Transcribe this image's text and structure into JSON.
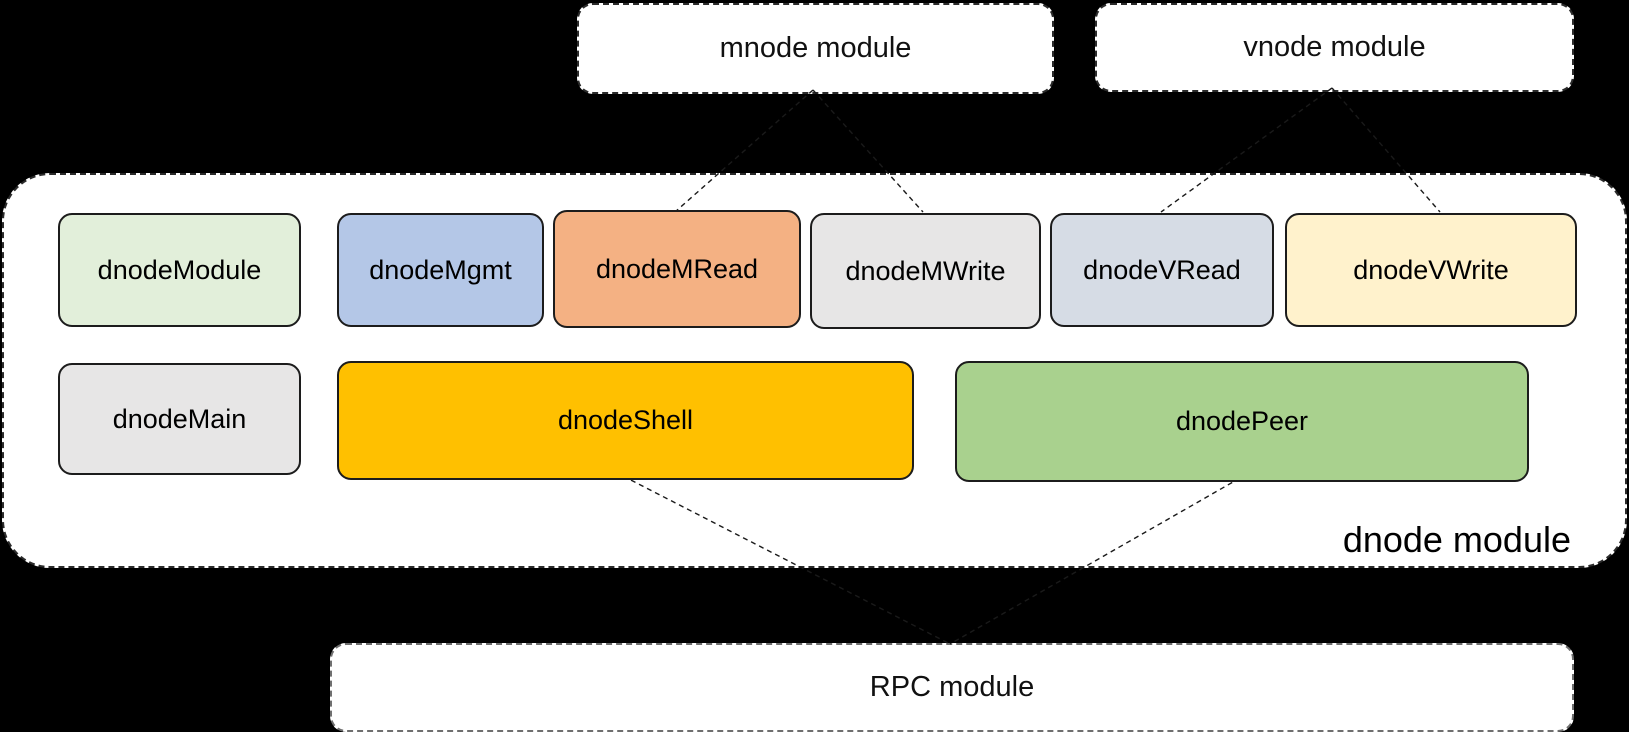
{
  "diagram": {
    "background": "#000000",
    "top_modules": [
      {
        "label": "mnode module"
      },
      {
        "label": "vnode module"
      }
    ],
    "dnode_container": {
      "label": "dnode module",
      "row1": [
        {
          "label": "dnodeModule",
          "color": "#E2EFDA"
        },
        {
          "label": "dnodeMgmt",
          "color": "#B4C7E7"
        },
        {
          "label": "dnodeMRead",
          "color": "#F4B183"
        },
        {
          "label": "dnodeMWrite",
          "color": "#E7E6E6"
        },
        {
          "label": "dnodeVRead",
          "color": "#D6DCE5"
        },
        {
          "label": "dnodeVWrite",
          "color": "#FFF2CC"
        }
      ],
      "row2": [
        {
          "label": "dnodeMain",
          "color": "#E7E6E6"
        },
        {
          "label": "dnodeShell",
          "color": "#FFC000"
        },
        {
          "label": "dnodePeer",
          "color": "#A9D18E"
        }
      ]
    },
    "bottom_module": {
      "label": "RPC module"
    },
    "connectors": [
      {
        "from": "mnode module",
        "to": "dnodeMRead"
      },
      {
        "from": "mnode module",
        "to": "dnodeMWrite"
      },
      {
        "from": "vnode module",
        "to": "dnodeVRead"
      },
      {
        "from": "vnode module",
        "to": "dnodeVWrite"
      },
      {
        "from": "dnodeShell",
        "to": "RPC module"
      },
      {
        "from": "dnodePeer",
        "to": "RPC module"
      }
    ],
    "line_color": "#1a1a1a"
  }
}
